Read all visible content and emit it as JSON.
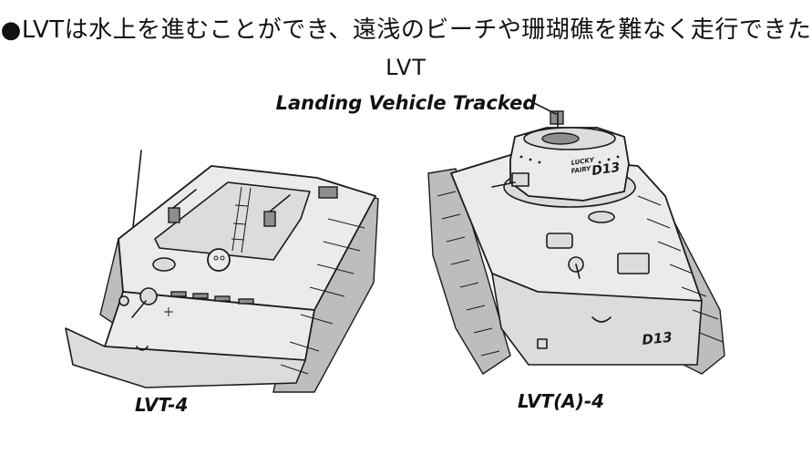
{
  "caption": "●LVTは水上を進むことができ、遠浅のビーチや珊瑚礁を難なく走行できた",
  "title_abbr": "LVT",
  "title_full": "Landing Vehicle Tracked",
  "vehicles": [
    {
      "label": "LVT-4"
    },
    {
      "label": "LVT(A)-4",
      "turret_text_1": "LUCKY",
      "turret_text_2": "FAIRY",
      "turret_number": "D13",
      "rear_number": "D13"
    }
  ]
}
